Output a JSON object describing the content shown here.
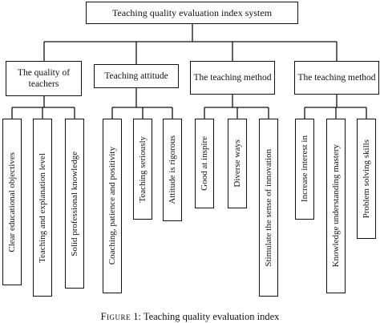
{
  "title": "Teaching quality evaluation index system",
  "categories": [
    {
      "label": "The quality of teachers",
      "items": [
        "Clear educational objectives",
        "Teaching and explanation level",
        "Solid professional knowledge"
      ]
    },
    {
      "label": "Teaching attitude",
      "items": [
        "Coaching, patience and positivity",
        "Teaching seriously",
        "Attitude is rigorous"
      ]
    },
    {
      "label": "The teaching method",
      "items": [
        "Good at inspire",
        "Diverse ways",
        "Stimulate the sense of innovation"
      ]
    },
    {
      "label": "The teaching method",
      "items": [
        "Increase interest in",
        "Knowledge understanding mastery",
        "Problem solving skills"
      ]
    }
  ],
  "caption": {
    "figure_word": "Figure",
    "number": "1:",
    "text": "Teaching quality evaluation index"
  }
}
